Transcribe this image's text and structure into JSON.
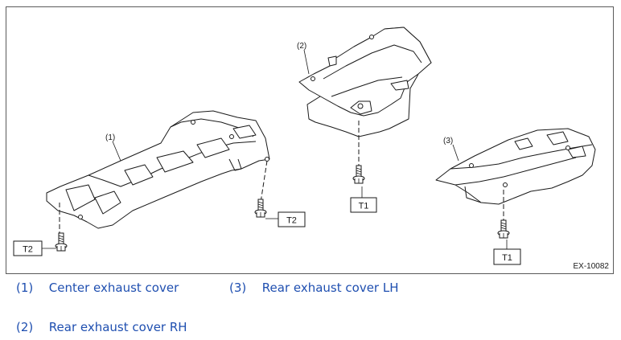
{
  "figure": {
    "callouts": {
      "c1": "(1)",
      "c2": "(2)",
      "c3": "(3)"
    },
    "torque_labels": {
      "t2_left": "T2",
      "t2_center": "T2",
      "t1_middle": "T1",
      "t1_right": "T1"
    },
    "figure_id": "EX-10082"
  },
  "legend": [
    {
      "number": "(1)",
      "label": "Center exhaust cover"
    },
    {
      "number": "(3)",
      "label": "Rear exhaust cover LH"
    },
    {
      "number": "(2)",
      "label": "Rear exhaust cover RH"
    }
  ],
  "colors": {
    "legend_text": "#1f4fb0",
    "line_art": "#1a1a1a",
    "frame": "#5a5a5a"
  }
}
